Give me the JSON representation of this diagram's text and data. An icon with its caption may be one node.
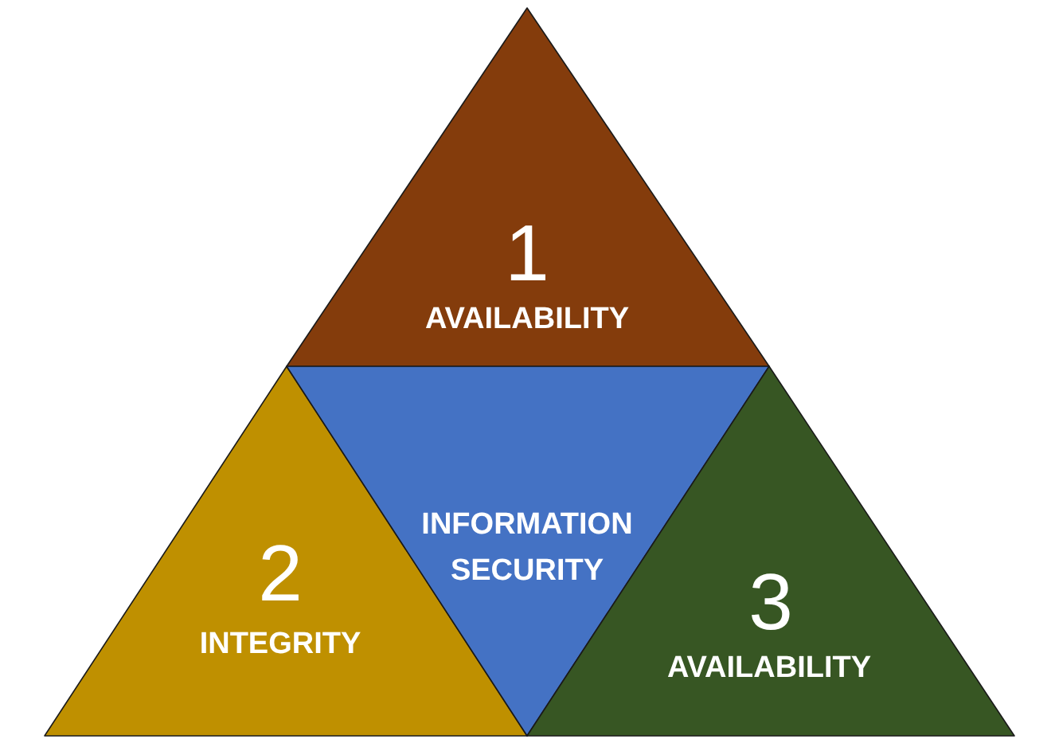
{
  "diagram": {
    "nodes": [
      {
        "text": [
          "1",
          "AVAILABILITY"
        ]
      },
      {
        "text": [
          "2",
          "INTEGRITY"
        ]
      },
      {
        "text": [
          "INFORMATION SECURITY"
        ]
      },
      {
        "text": [
          "3",
          "AVAILABILITY"
        ]
      }
    ]
  }
}
